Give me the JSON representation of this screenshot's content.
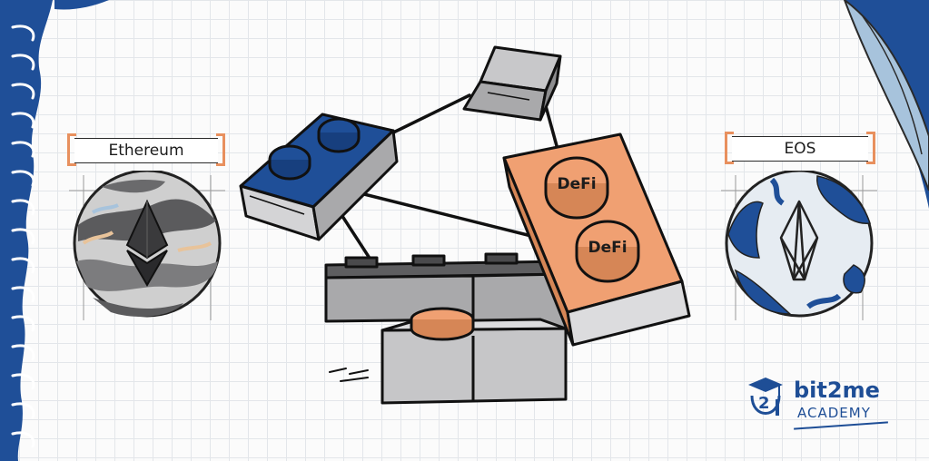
{
  "labels": {
    "ethereum": "Ethereum",
    "eos": "EOS",
    "defi_top": "DeFi",
    "defi_bottom": "DeFi"
  },
  "brand": {
    "name": "bit2me",
    "subtitle": "ACADEMY",
    "badge_number": "2"
  },
  "colors": {
    "navy": "#1f4f98",
    "orange": "#f0a072",
    "gray": "#a9a9ab",
    "light_blue": "#a7c3dc",
    "bracket": "#e8905e"
  },
  "icons": {
    "ethereum": "ethereum-diamond-icon",
    "eos": "eos-icon",
    "logo": "graduation-cap-icon"
  }
}
